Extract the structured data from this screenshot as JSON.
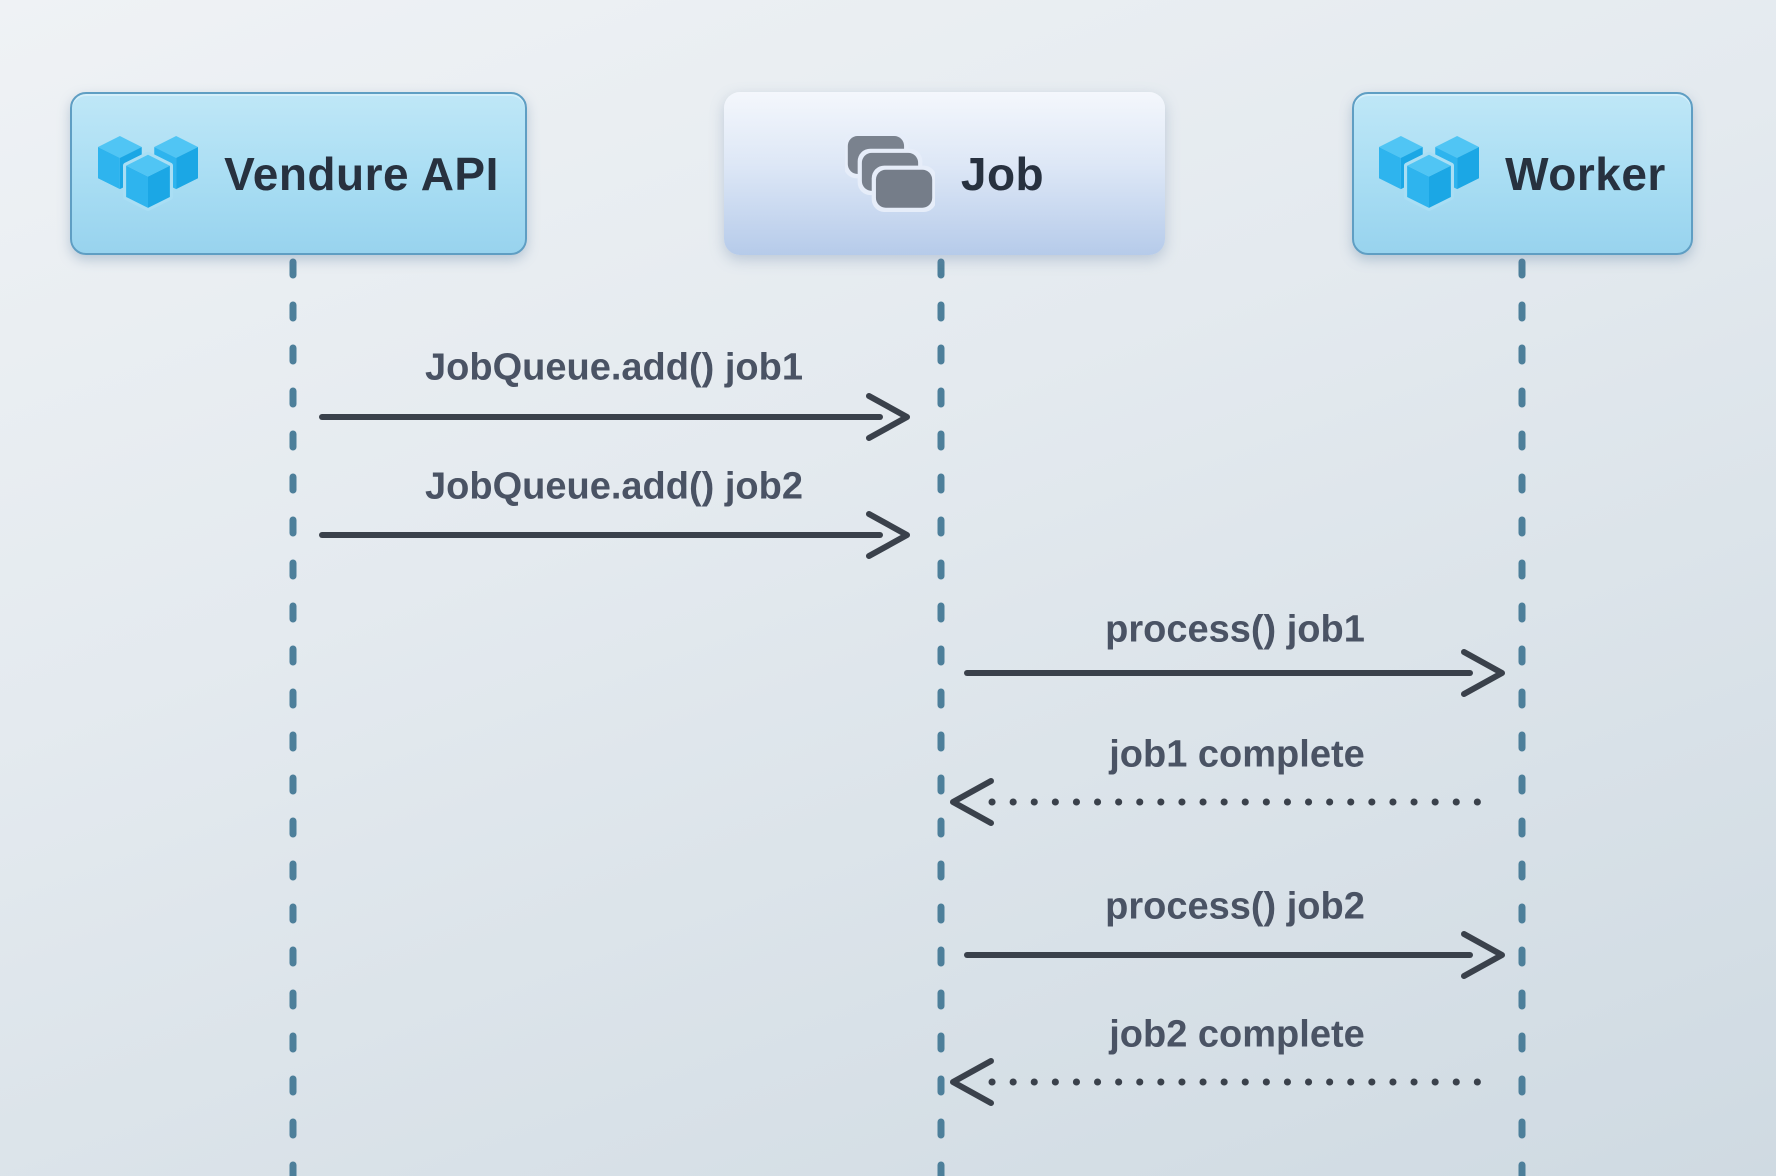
{
  "diagram": {
    "type": "sequence",
    "actors": [
      {
        "label": "Vendure API",
        "icon": "vendure-logo-icon"
      },
      {
        "label": "Job",
        "icon": "stacked-cards-icon"
      },
      {
        "label": "Worker",
        "icon": "vendure-logo-icon"
      }
    ],
    "messages": [
      {
        "from": "Vendure API",
        "to": "Job",
        "label": "JobQueue.add() job1",
        "line": "solid"
      },
      {
        "from": "Vendure API",
        "to": "Job",
        "label": "JobQueue.add() job2",
        "line": "solid"
      },
      {
        "from": "Job",
        "to": "Worker",
        "label": "process() job1",
        "line": "solid"
      },
      {
        "from": "Worker",
        "to": "Job",
        "label": "job1 complete",
        "line": "dotted"
      },
      {
        "from": "Job",
        "to": "Worker",
        "label": "process() job2",
        "line": "solid"
      },
      {
        "from": "Worker",
        "to": "Job",
        "label": "job2 complete",
        "line": "dotted"
      }
    ],
    "colors": {
      "background_top": "#eff2f5",
      "background_bottom": "#cfdae2",
      "lifeline": "#4d7f9a",
      "arrow": "#3a414b",
      "message_text": "#4a5364",
      "actor_title": "#27313f",
      "actor_box_border": "#5f9ec3",
      "actor_box_fill": "#a8ddf3",
      "job_box_fill_top": "#f4f7fc",
      "job_box_fill_bottom": "#b6cbea",
      "vendure_logo_blue": "#2cb2ec",
      "stacked_cards_gray": "#78808c"
    }
  }
}
